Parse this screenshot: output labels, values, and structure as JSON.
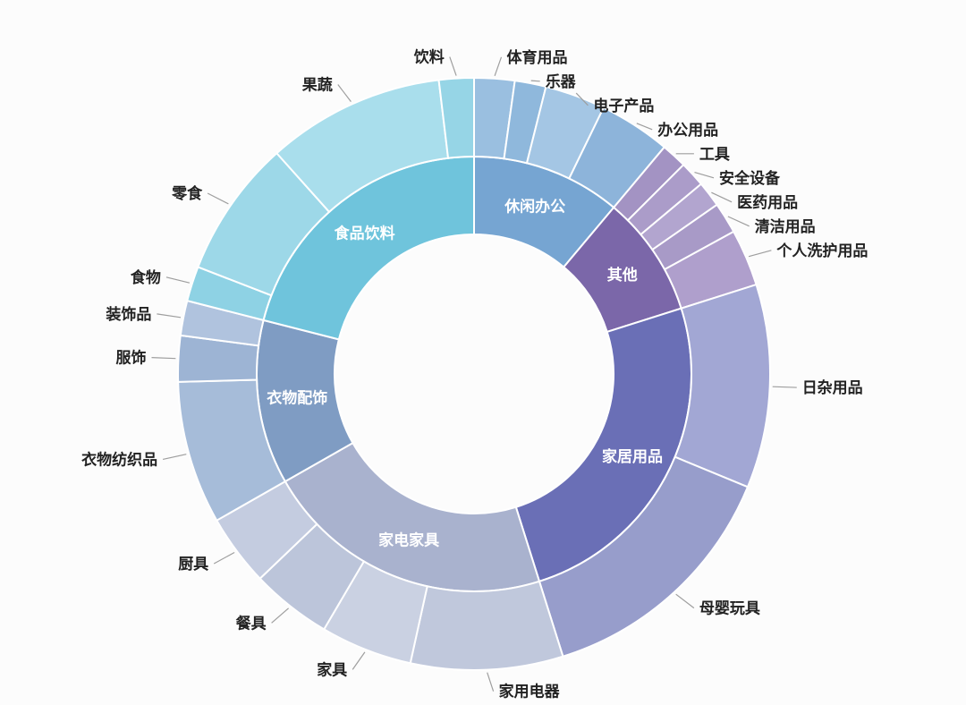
{
  "chart": {
    "background": "#fcfcfc",
    "segment_stroke": "#ffffff",
    "leader_line_color": "#9e9e9e",
    "outer_label_color": "#222222",
    "inner_label_color": "#ffffff"
  },
  "chart_data": {
    "type": "sunburst",
    "title": "",
    "rings": [
      "category",
      "subcategory"
    ],
    "note": "Two-level donut (sunburst) of product categories. No numeric labels are shown in the image; values are percent of the whole circle estimated from arc angles.",
    "series": [
      {
        "name": "休闲办公",
        "slug": "leisure-office",
        "color": "#76a5d2",
        "children": [
          {
            "name": "体育用品",
            "slug": "sports-goods",
            "value": 2.2,
            "color": "#9abfe0"
          },
          {
            "name": "乐器",
            "slug": "musical-instruments",
            "value": 1.7,
            "color": "#8fb8dc"
          },
          {
            "name": "电子产品",
            "slug": "electronics",
            "value": 3.3,
            "color": "#a4c6e4"
          },
          {
            "name": "办公用品",
            "slug": "office-supplies",
            "value": 3.9,
            "color": "#8db4da"
          }
        ]
      },
      {
        "name": "其他",
        "slug": "others",
        "color": "#7b67a9",
        "children": [
          {
            "name": "工具",
            "slug": "tools",
            "value": 1.4,
            "color": "#a393c3"
          },
          {
            "name": "安全设备",
            "slug": "safety-equipment",
            "value": 1.4,
            "color": "#ab9cc9"
          },
          {
            "name": "医药用品",
            "slug": "medical-supplies",
            "value": 1.4,
            "color": "#b2a5cf"
          },
          {
            "name": "清洁用品",
            "slug": "cleaning-supplies",
            "value": 1.7,
            "color": "#a89ac7"
          },
          {
            "name": "个人洗护用品",
            "slug": "personal-care",
            "value": 3.1,
            "color": "#af9fcc"
          }
        ]
      },
      {
        "name": "家居用品",
        "slug": "household-goods",
        "color": "#6a6fb6",
        "children": [
          {
            "name": "日杂用品",
            "slug": "daily-sundries",
            "value": 11.1,
            "color": "#a2a7d4"
          },
          {
            "name": "母婴玩具",
            "slug": "baby-toys",
            "value": 13.9,
            "color": "#979dcb"
          }
        ]
      },
      {
        "name": "家电家具",
        "slug": "appliances-furniture",
        "color": "#a9b2ce",
        "children": [
          {
            "name": "家用电器",
            "slug": "home-appliances",
            "value": 8.3,
            "color": "#c0c8dc"
          },
          {
            "name": "家具",
            "slug": "furniture",
            "value": 5.0,
            "color": "#cad1e2"
          },
          {
            "name": "餐具",
            "slug": "tableware",
            "value": 4.4,
            "color": "#bcc5da"
          },
          {
            "name": "厨具",
            "slug": "kitchenware",
            "value": 3.9,
            "color": "#c4cce0"
          }
        ]
      },
      {
        "name": "衣物配饰",
        "slug": "clothing-accessories",
        "color": "#7f9cc3",
        "children": [
          {
            "name": "衣物纺织品",
            "slug": "clothing-textiles",
            "value": 7.8,
            "color": "#a6bcd9"
          },
          {
            "name": "服饰",
            "slug": "apparel",
            "value": 2.5,
            "color": "#9db4d4"
          },
          {
            "name": "装饰品",
            "slug": "decorations",
            "value": 1.9,
            "color": "#b0c3de"
          }
        ]
      },
      {
        "name": "食品饮料",
        "slug": "food-beverage",
        "color": "#6fc4dc",
        "children": [
          {
            "name": "食物",
            "slug": "food",
            "value": 1.9,
            "color": "#8ed2e4"
          },
          {
            "name": "零食",
            "slug": "snacks",
            "value": 7.5,
            "color": "#9dd8e8"
          },
          {
            "name": "果蔬",
            "slug": "fruits-vegetables",
            "value": 9.7,
            "color": "#a9deec"
          },
          {
            "name": "饮料",
            "slug": "beverages",
            "value": 1.9,
            "color": "#96d5e6"
          }
        ]
      }
    ]
  }
}
